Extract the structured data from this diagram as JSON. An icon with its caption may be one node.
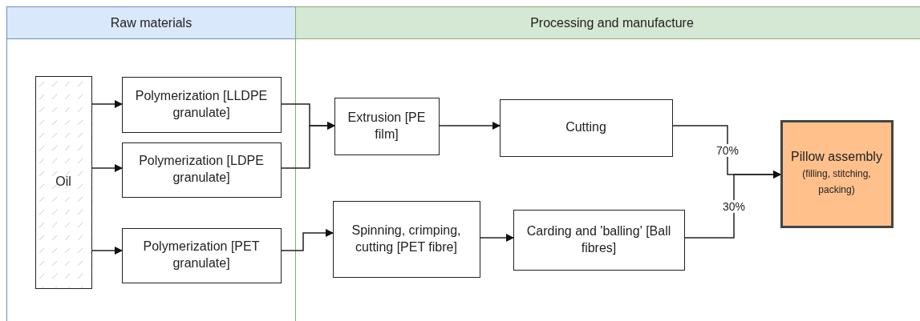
{
  "diagram": {
    "nodes": [
      {
        "text": [
          "Raw materials"
        ]
      },
      {
        "text": [
          "Processing and manufacture"
        ]
      },
      {
        "text": [
          "Oil"
        ],
        "in": 0
      },
      {
        "text": [
          "Polymerization [LLDPE granulate]"
        ],
        "in": 0
      },
      {
        "text": [
          "Polymerization [LDPE granulate]"
        ],
        "in": 0
      },
      {
        "text": [
          "Polymerization [PET granulate]"
        ],
        "in": 0
      },
      {
        "text": [
          "Extrusion [PE film]"
        ],
        "in": 1
      },
      {
        "text": [
          "Cutting"
        ],
        "in": 1
      },
      {
        "text": [
          "Spinning, crimping, cutting [PET fibre]"
        ],
        "in": 1
      },
      {
        "text": [
          "Carding and 'balling' [Ball fibres]"
        ],
        "in": 1
      },
      {
        "text": [
          "Pillow assembly",
          "(filling, stitching, packing)"
        ],
        "in": 1
      }
    ],
    "edges": [
      {
        "from": 2,
        "to": 3,
        "arrow": "to"
      },
      {
        "from": 2,
        "to": 4,
        "arrow": "to"
      },
      {
        "from": 2,
        "to": 5,
        "arrow": "to"
      },
      {
        "from": 3,
        "to": 6,
        "arrow": "to"
      },
      {
        "from": 4,
        "to": 6,
        "arrow": "to"
      },
      {
        "from": 5,
        "to": 8,
        "arrow": "to"
      },
      {
        "from": 6,
        "to": 7,
        "arrow": "to"
      },
      {
        "from": 8,
        "to": 9,
        "arrow": "to"
      },
      {
        "from": 7,
        "to": 10,
        "label": "70%",
        "arrow": "to"
      },
      {
        "from": 9,
        "to": 10,
        "label": "30%",
        "arrow": "to"
      }
    ]
  }
}
